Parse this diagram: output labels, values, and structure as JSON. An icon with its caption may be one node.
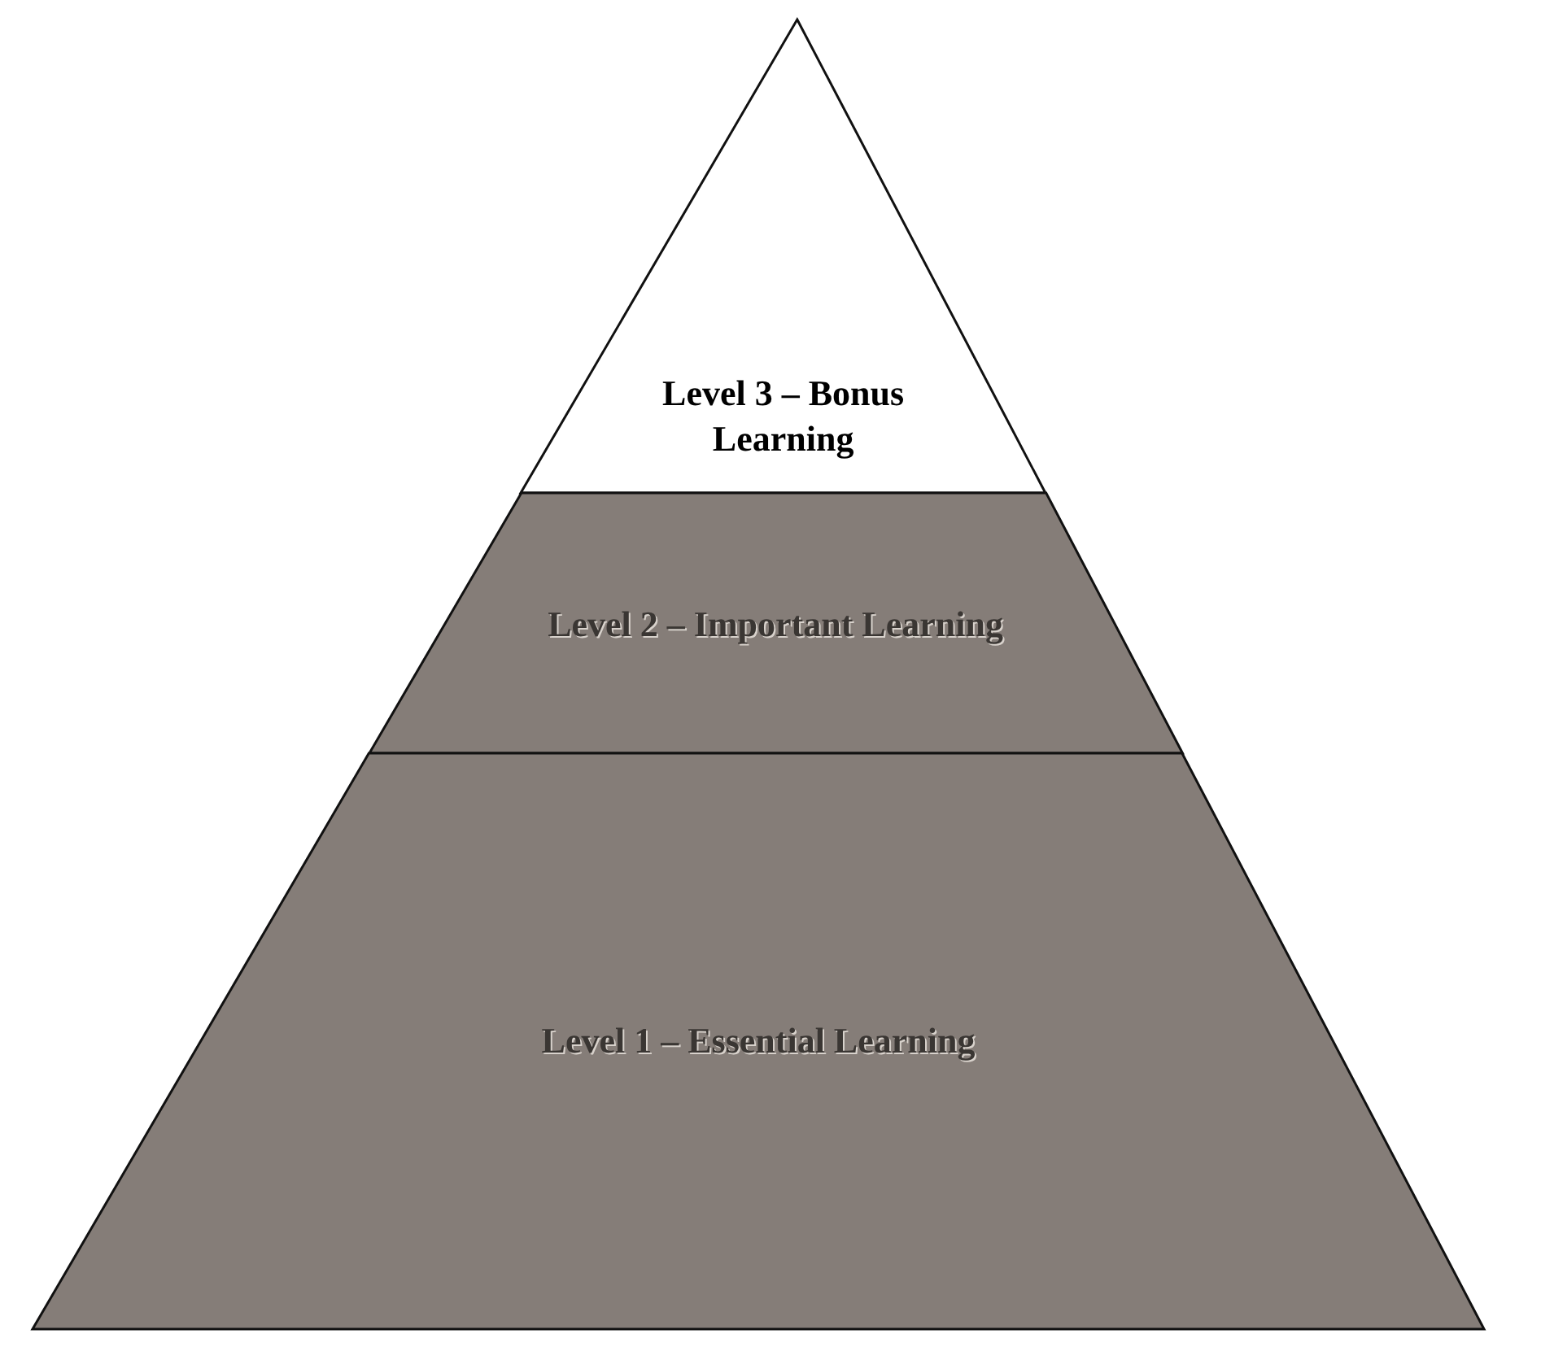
{
  "diagram": {
    "nodes": [
      {
        "text": [
          "Level 3 – Bonus Learning"
        ]
      },
      {
        "text": [
          "Level 2 – Important Learning"
        ]
      },
      {
        "text": [
          "Level 1 – Essential Learning"
        ]
      }
    ]
  }
}
